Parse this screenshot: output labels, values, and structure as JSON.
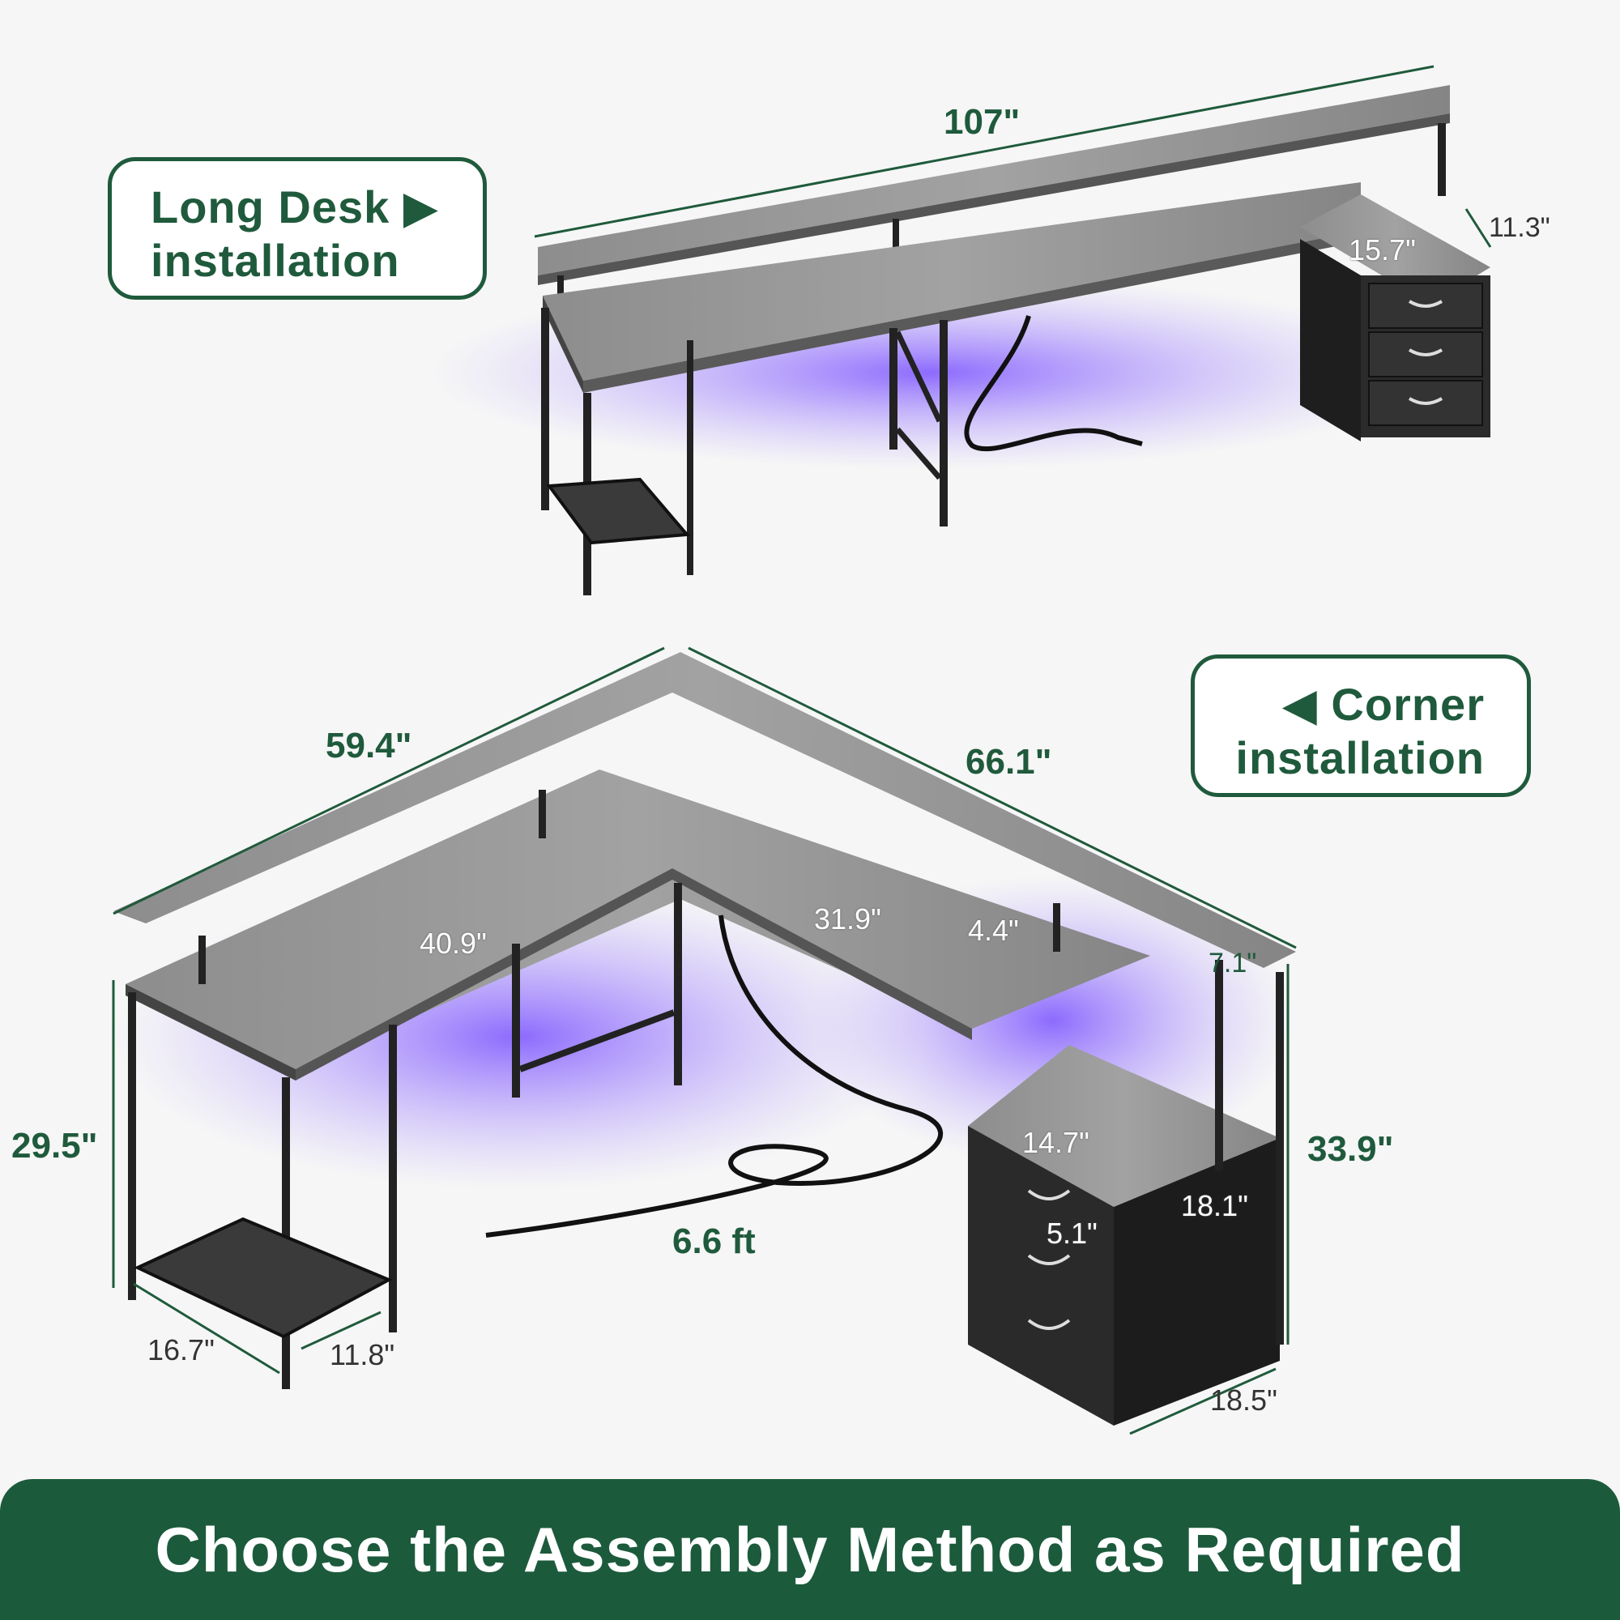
{
  "tags": {
    "long_line1": "Long Desk",
    "long_line2": "installation",
    "corner_line1": "Corner",
    "corner_line2": "installation"
  },
  "dimensions": {
    "d107": "107\"",
    "d113": "11.3\"",
    "d157": "15.7\"",
    "d594": "59.4\"",
    "d661": "66.1\"",
    "d409": "40.9\"",
    "d319": "31.9\"",
    "d44": "4.4\"",
    "d71": "7.1\"",
    "d295": "29.5\"",
    "d339": "33.9\"",
    "d147": "14.7\"",
    "d181": "18.1\"",
    "d51": "5.1\"",
    "d66ft": "6.6 ft",
    "d167": "16.7\"",
    "d118": "11.8\"",
    "d185": "18.5\""
  },
  "banner": {
    "text": "Choose the Assembly Method as Required"
  },
  "colors": {
    "brand_green": "#1c5a3c",
    "wood": "#8e8e8e",
    "led": "#6a4cff",
    "metal": "#2a2a2a"
  }
}
